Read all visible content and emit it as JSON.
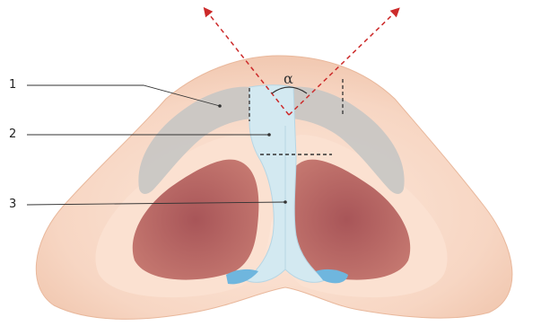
{
  "labels": {
    "one": "1",
    "two": "2",
    "three": "3",
    "angle": "α"
  },
  "colors": {
    "skin_outer": "#f6d4c0",
    "skin_inner": "#fbe3d4",
    "nostril": "#b86467",
    "nostril_edge": "#c97b73",
    "cartilage_gray": "#c9c7c4",
    "septum_blue": "#d3e9f1",
    "septum_edge": "#b7d6e4",
    "foot_blue": "#6fb6de",
    "arrow_red": "#cc2a2a",
    "dash": "#333333",
    "leader": "#333333"
  }
}
